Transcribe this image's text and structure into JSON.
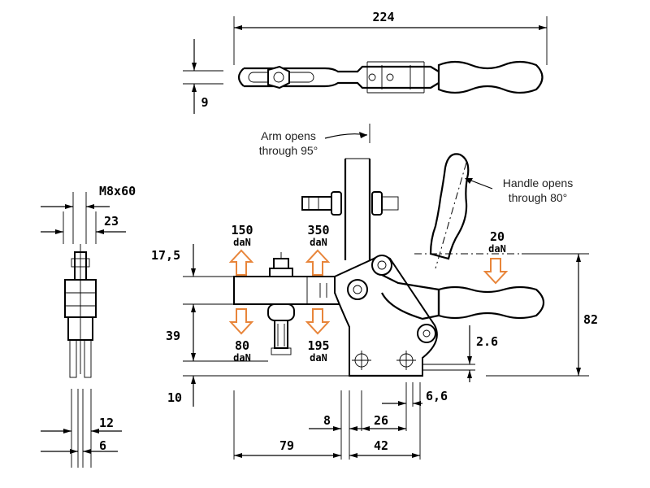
{
  "dimensions": {
    "overall_length": "224",
    "top_thickness": "9",
    "bolt_spec": "M8x60",
    "side_width": "23",
    "side_bottom_a": "12",
    "side_bottom_b": "6",
    "height_upper": "17,5",
    "height_lower": "39",
    "base_offset": "10",
    "total_height": "82",
    "base_thickness": "2.6",
    "hole_spacing": "6,6",
    "dim_8": "8",
    "dim_26": "26",
    "dim_79": "79",
    "dim_42": "42"
  },
  "forces": {
    "unit": "daN",
    "open_left": "150",
    "open_right": "350",
    "close_left": "80",
    "close_right": "195",
    "handle": "20"
  },
  "notes": {
    "arm_line1": "Arm opens",
    "arm_line2": "through 95°",
    "handle_line1": "Handle opens",
    "handle_line2": "through 80°"
  },
  "colors": {
    "force_arrow": "#e8853a",
    "line": "#000000"
  }
}
